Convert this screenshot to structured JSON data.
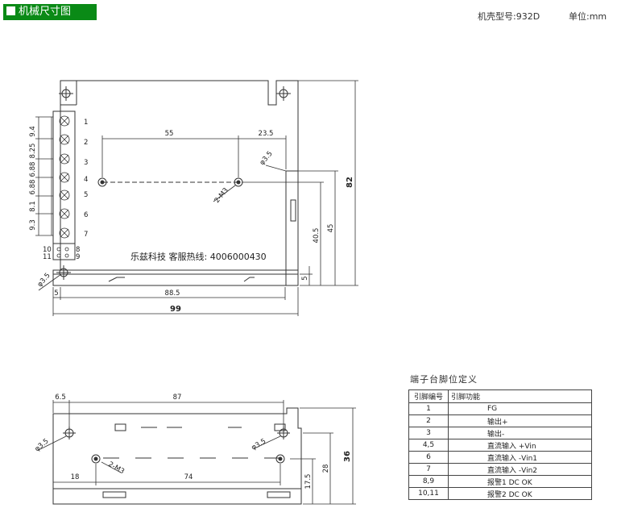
{
  "header": {
    "title": "机械尺寸图"
  },
  "meta": {
    "model": "机壳型号:932D",
    "unit": "单位:mm"
  },
  "top_view": {
    "pin_labels": [
      "1",
      "2",
      "3",
      "4",
      "5",
      "6",
      "7"
    ],
    "pin_labels_small": [
      "10",
      "11",
      "8",
      "9"
    ],
    "pitch_labels": [
      "9.4",
      "8.25",
      "6.88",
      "6.88",
      "8.1",
      "9.3"
    ],
    "dim_55": "55",
    "dim_23_5": "23.5",
    "dim_hole_right": "φ3.5",
    "dim_2m3": "2-M3",
    "dim_82": "82",
    "dim_45": "45",
    "dim_40_5": "40.5",
    "dim_5_right": "5",
    "dim_hole_left": "φ3.5",
    "dim_5_bottom": "5",
    "dim_88_5": "88.5",
    "dim_99": "99",
    "hotline": "乐兹科技 客服热线: 4006000430"
  },
  "side_view": {
    "dim_6_5": "6.5",
    "dim_87": "87",
    "dim_hole_left": "φ3.5",
    "dim_hole_right": "φ3.5",
    "dim_2m3": "2-M3",
    "dim_18": "18",
    "dim_74": "74",
    "dim_17_5": "17.5",
    "dim_28": "28",
    "dim_36": "36"
  },
  "pin_table": {
    "title": "端子台脚位定义",
    "headers": [
      "引脚编号",
      "引脚功能"
    ],
    "rows": [
      [
        "1",
        "FG"
      ],
      [
        "2",
        "输出+"
      ],
      [
        "3",
        "输出-"
      ],
      [
        "4,5",
        "直流输入  +Vin"
      ],
      [
        "6",
        "直流输入  -Vin1"
      ],
      [
        "7",
        "直流输入  -Vin2"
      ],
      [
        "8,9",
        "报警1   DC OK"
      ],
      [
        "10,11",
        "报警2   DC OK"
      ]
    ]
  }
}
